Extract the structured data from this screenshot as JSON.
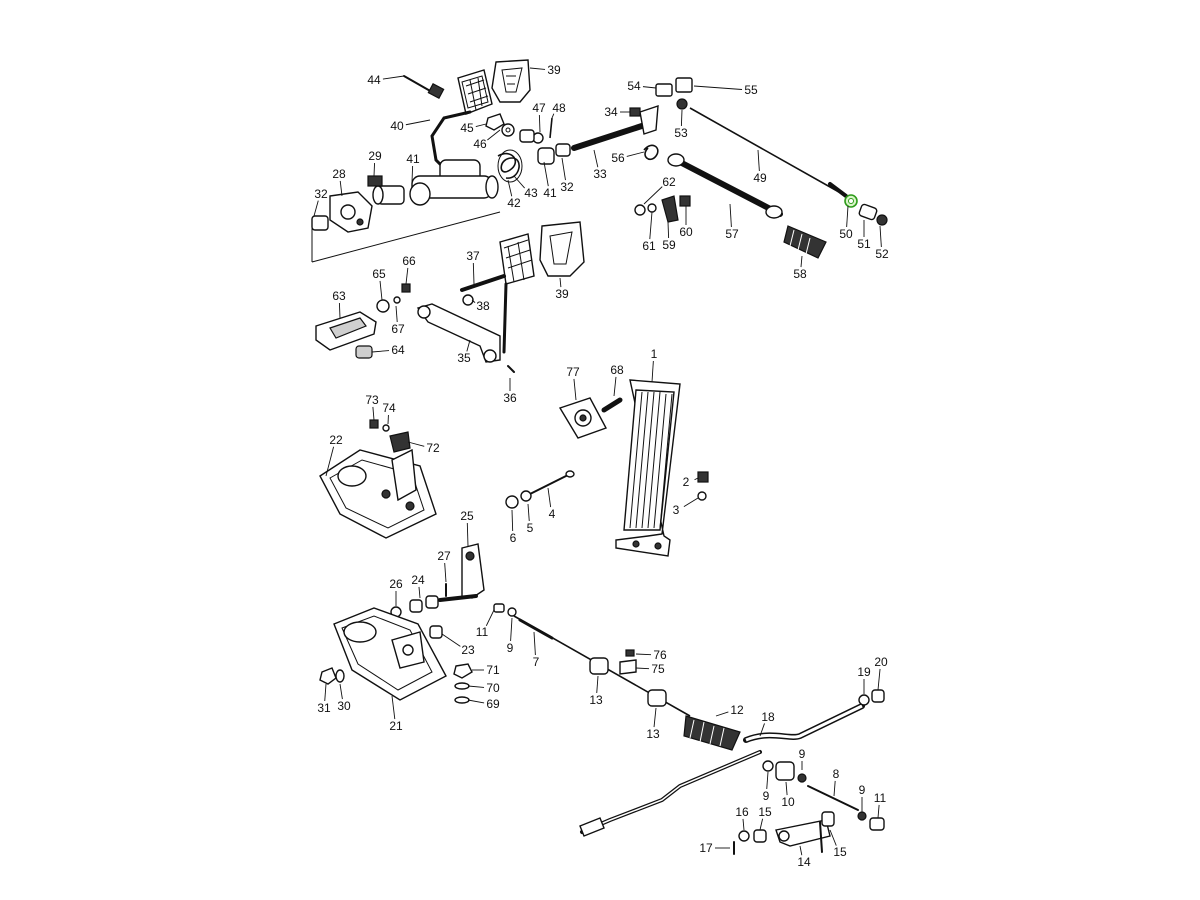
{
  "callouts": [
    {
      "label": "44"
    },
    {
      "label": "39"
    },
    {
      "label": "40"
    },
    {
      "label": "45"
    },
    {
      "label": "47"
    },
    {
      "label": "48"
    },
    {
      "label": "46"
    },
    {
      "label": "54"
    },
    {
      "label": "55"
    },
    {
      "label": "34"
    },
    {
      "label": "53"
    },
    {
      "label": "28"
    },
    {
      "label": "29"
    },
    {
      "label": "41"
    },
    {
      "label": "32"
    },
    {
      "label": "42"
    },
    {
      "label": "43"
    },
    {
      "label": "41"
    },
    {
      "label": "32"
    },
    {
      "label": "33"
    },
    {
      "label": "56"
    },
    {
      "label": "49"
    },
    {
      "label": "62"
    },
    {
      "label": "61"
    },
    {
      "label": "59"
    },
    {
      "label": "60"
    },
    {
      "label": "57"
    },
    {
      "label": "50"
    },
    {
      "label": "51"
    },
    {
      "label": "52"
    },
    {
      "label": "58"
    },
    {
      "label": "37"
    },
    {
      "label": "39"
    },
    {
      "label": "38"
    },
    {
      "label": "66"
    },
    {
      "label": "65"
    },
    {
      "label": "63"
    },
    {
      "label": "67"
    },
    {
      "label": "64"
    },
    {
      "label": "35"
    },
    {
      "label": "36"
    },
    {
      "label": "77"
    },
    {
      "label": "68"
    },
    {
      "label": "1"
    },
    {
      "label": "73"
    },
    {
      "label": "74"
    },
    {
      "label": "72"
    },
    {
      "label": "22"
    },
    {
      "label": "2"
    },
    {
      "label": "3"
    },
    {
      "label": "4"
    },
    {
      "label": "5"
    },
    {
      "label": "6"
    },
    {
      "label": "25"
    },
    {
      "label": "27"
    },
    {
      "label": "26"
    },
    {
      "label": "24"
    },
    {
      "label": "23"
    },
    {
      "label": "11"
    },
    {
      "label": "9"
    },
    {
      "label": "7"
    },
    {
      "label": "76"
    },
    {
      "label": "75"
    },
    {
      "label": "71"
    },
    {
      "label": "70"
    },
    {
      "label": "69"
    },
    {
      "label": "31"
    },
    {
      "label": "30"
    },
    {
      "label": "21"
    },
    {
      "label": "13"
    },
    {
      "label": "13"
    },
    {
      "label": "12"
    },
    {
      "label": "18"
    },
    {
      "label": "19"
    },
    {
      "label": "20"
    },
    {
      "label": "9"
    },
    {
      "label": "9"
    },
    {
      "label": "10"
    },
    {
      "label": "8"
    },
    {
      "label": "9"
    },
    {
      "label": "11"
    },
    {
      "label": "16"
    },
    {
      "label": "15"
    },
    {
      "label": "17"
    },
    {
      "label": "14"
    },
    {
      "label": "15"
    }
  ],
  "highlight_color": "#2e9c1a"
}
